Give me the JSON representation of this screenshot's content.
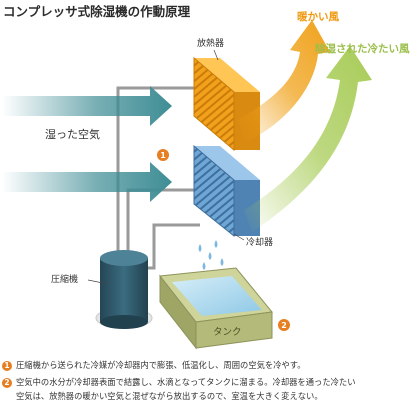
{
  "title": "コンプレッサ式除湿機の作動原理",
  "labels": {
    "radiator": "放熱器",
    "warm_air": "暖かい風",
    "dry_cool_air": "除湿された冷たい風",
    "humid_air": "湿った空気",
    "cooler": "冷却器",
    "compressor": "圧縮機",
    "tank": "タンク"
  },
  "markers": [
    "1",
    "2"
  ],
  "notes": [
    {
      "num": "1",
      "lines": [
        "圧縮機から送られた冷媒が冷却器内で膨張、低温化し、周囲の空気を冷やす。"
      ]
    },
    {
      "num": "2",
      "lines": [
        "空気中の水分が冷却器表面で結露し、水滴となってタンクに溜まる。冷却器を通った冷たい",
        "空気は、放熱器の暖かい空気と混ぜながら放出するので、室温を大きく変えない。"
      ]
    }
  ],
  "colors": {
    "radiator": "#f2a11c",
    "cooler": "#6ea6d6",
    "warm_arrow": "#f0a21b",
    "cool_arrow": "#a8cc58",
    "intake_arrow": "#3f8d95",
    "marker": "#e67e22",
    "compressor": "#2c5466",
    "tank": "#b7be7f",
    "pipe": "#9a9a9a"
  }
}
